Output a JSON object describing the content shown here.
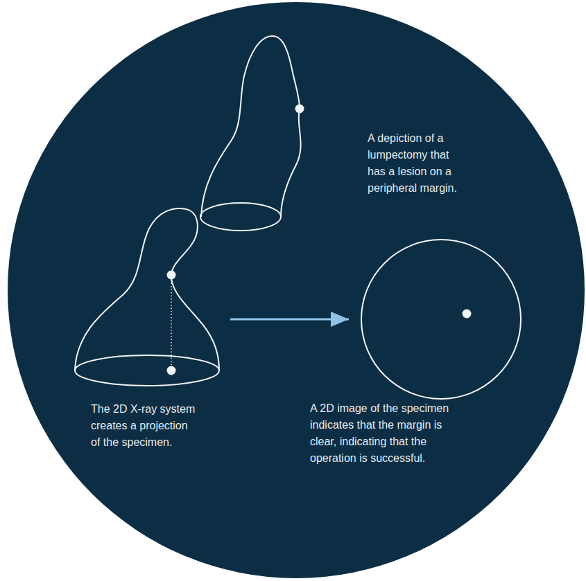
{
  "diagram": {
    "nodes": [
      {
        "text": [
          "A depiction of a lumpectomy that has a lesion on a peripheral margin."
        ]
      },
      {
        "text": [
          "The 2D X-ray system creates a projection of the specimen."
        ]
      },
      {
        "text": [
          "A 2D image of the specimen indicates that the margin is clear, indicating that the operation is successful."
        ]
      }
    ],
    "edges": [
      {
        "from": 1,
        "to": 2,
        "arrow": "to"
      }
    ]
  }
}
